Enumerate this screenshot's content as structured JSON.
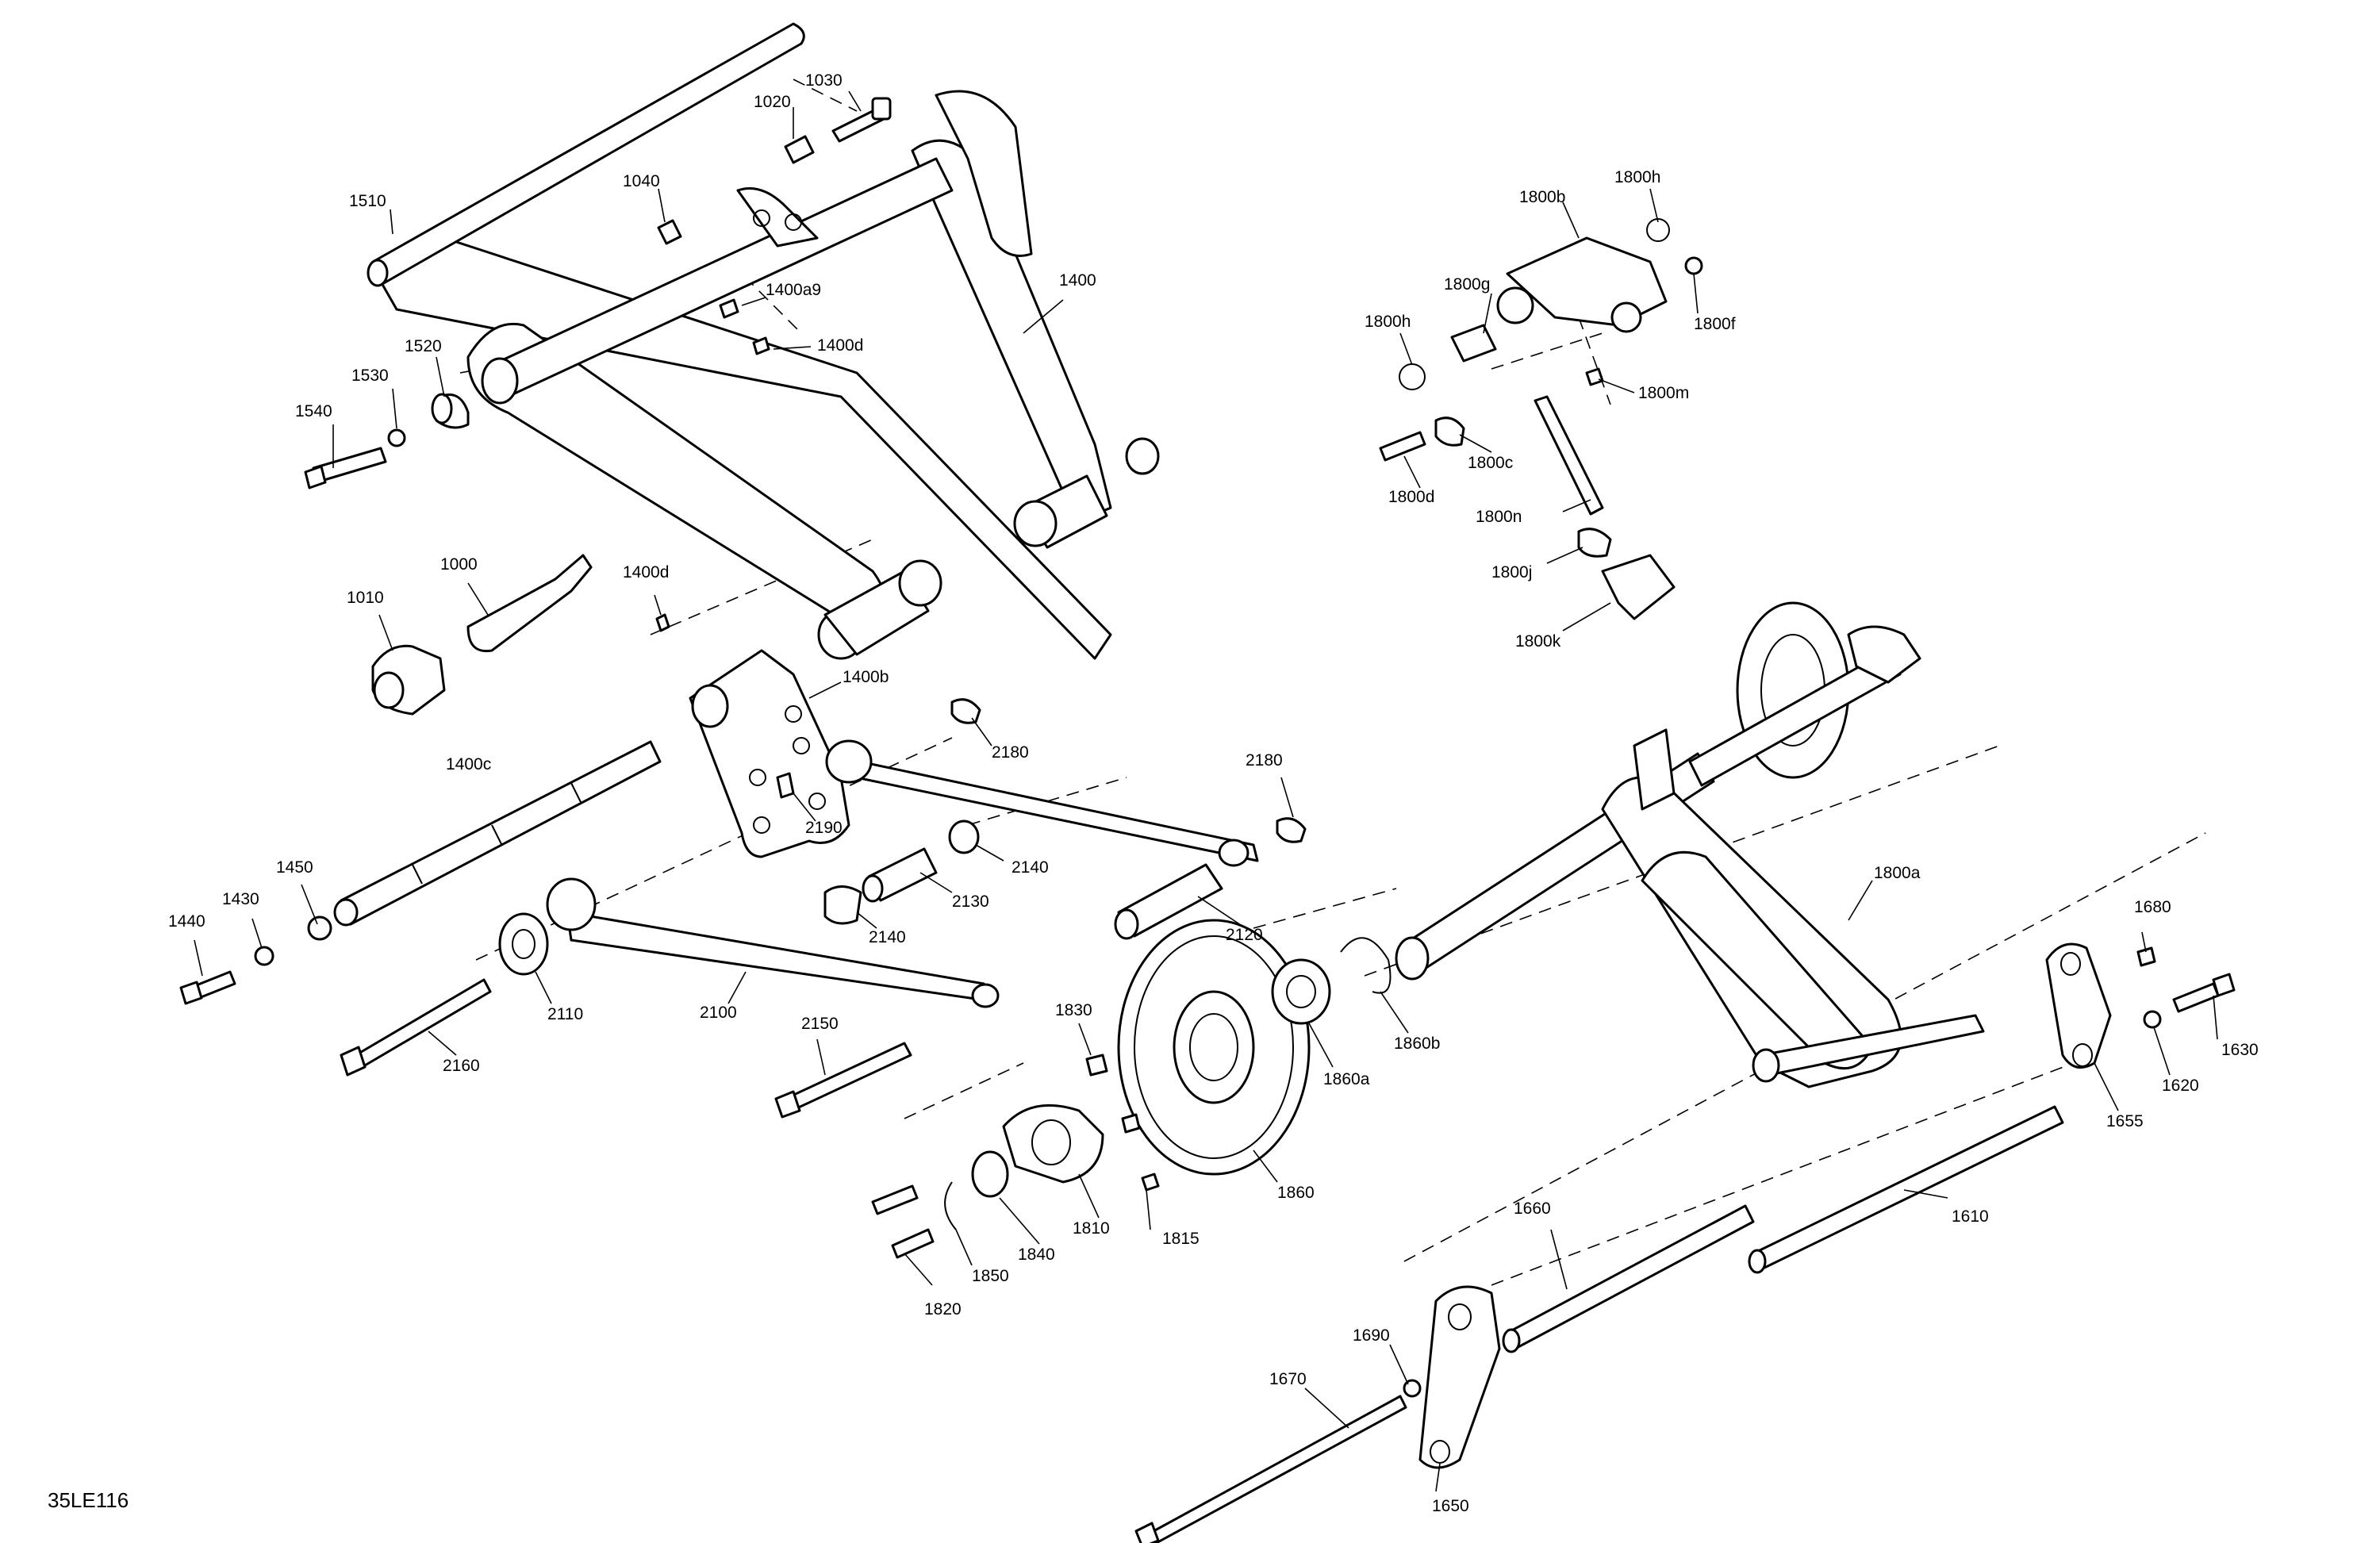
{
  "drawing_id": "35LE116",
  "callouts": {
    "c1510": "1510",
    "c1020": "1020",
    "c1030": "1030",
    "c1040": "1040",
    "c1400": "1400",
    "c1400a9": "1400a9",
    "c1400d_top": "1400d",
    "c1520": "1520",
    "c1530": "1530",
    "c1540": "1540",
    "c1000": "1000",
    "c1010": "1010",
    "c1400d_mid": "1400d",
    "c1400b": "1400b",
    "c1400c": "1400c",
    "c2180_a": "2180",
    "c2180_b": "2180",
    "c2190": "2190",
    "c2140_a": "2140",
    "c2140_b": "2140",
    "c2130": "2130",
    "c2120": "2120",
    "c1450": "1450",
    "c1430": "1430",
    "c1440": "1440",
    "c2110": "2110",
    "c2100": "2100",
    "c2160": "2160",
    "c2150": "2150",
    "c1830": "1830",
    "c1810": "1810",
    "c1815": "1815",
    "c1840": "1840",
    "c1850": "1850",
    "c1820": "1820",
    "c1860": "1860",
    "c1860a": "1860a",
    "c1860b": "1860b",
    "c1800a": "1800a",
    "c1800b": "1800b",
    "c1800h_a": "1800h",
    "c1800h_b": "1800h",
    "c1800g": "1800g",
    "c1800f": "1800f",
    "c1800m": "1800m",
    "c1800c": "1800c",
    "c1800d": "1800d",
    "c1800n": "1800n",
    "c1800j": "1800j",
    "c1800k": "1800k",
    "c1680": "1680",
    "c1630": "1630",
    "c1620": "1620",
    "c1655": "1655",
    "c1610": "1610",
    "c1660": "1660",
    "c1690": "1690",
    "c1670": "1670",
    "c1650": "1650"
  }
}
